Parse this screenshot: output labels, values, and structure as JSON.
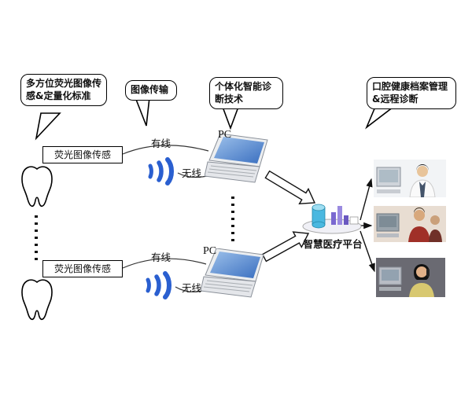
{
  "callouts": {
    "standard": "多方位荧光图像传感&定量化标准",
    "transmission": "图像传输",
    "diagnosis": "个体化智能诊断技术",
    "records": "口腔健康档案管理&远程诊断"
  },
  "labels": {
    "sensor": "荧光图像传感",
    "wired": "有线",
    "wireless": "无线",
    "pc": "PC",
    "platform": "智慧医疗平台"
  },
  "icons": {
    "tooth": "tooth-icon",
    "wireless": "wireless-signal-icon",
    "laptop": "laptop-icon",
    "platform": "platform-icon",
    "doctor_photo": "doctor-photo",
    "office_photo": "office-staff-photo",
    "operator_photo": "phone-operator-photo"
  },
  "colors": {
    "screen_blue": "#3a6fc0",
    "wireless_blue": "#2a5fd0",
    "cylinder_blue": "#4ab8e0",
    "bar_purple": "#7a68d0"
  }
}
